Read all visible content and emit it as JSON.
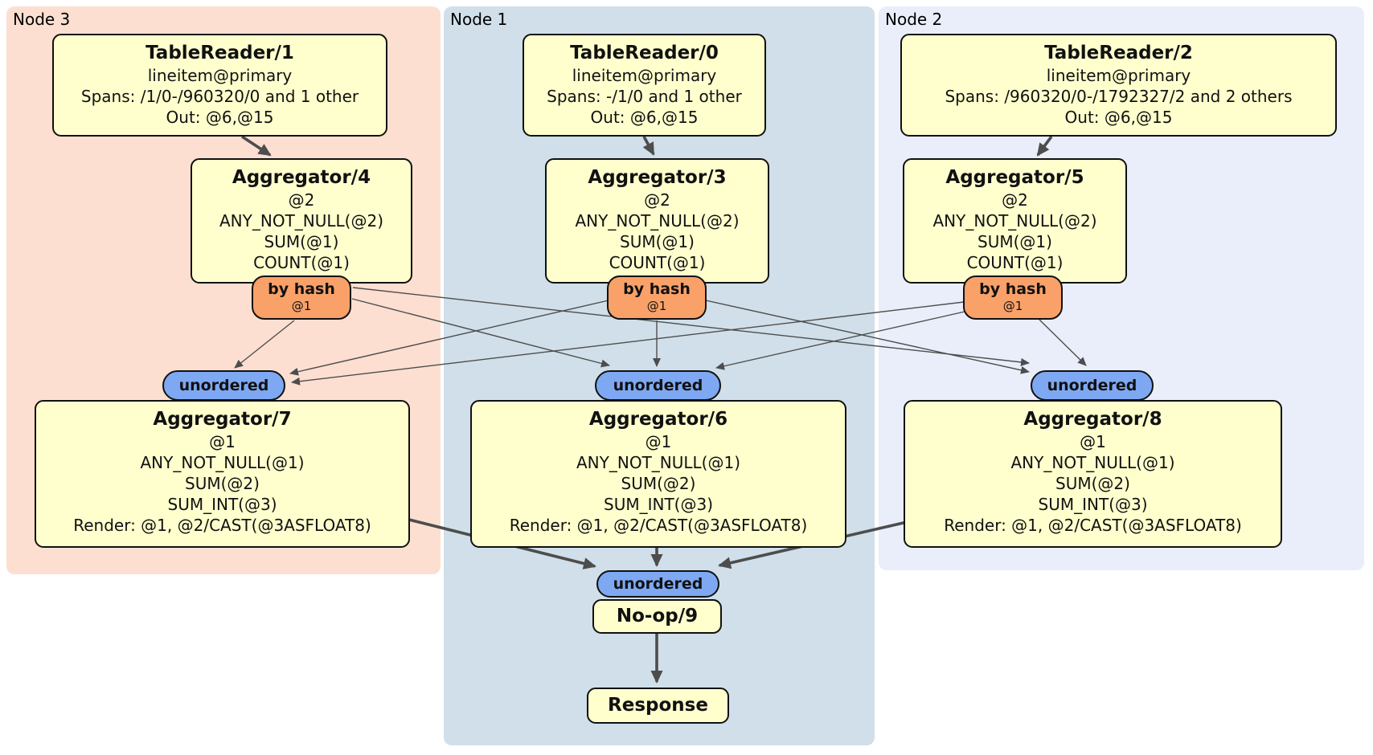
{
  "panels": [
    {
      "label": "Node 3"
    },
    {
      "label": "Node 1"
    },
    {
      "label": "Node 2"
    }
  ],
  "processors": {
    "tr1": {
      "title": "TableReader/1",
      "lines": [
        "lineitem@primary",
        "Spans: /1/0-/960320/0 and 1 other",
        "Out: @6,@15"
      ]
    },
    "tr0": {
      "title": "TableReader/0",
      "lines": [
        "lineitem@primary",
        "Spans: -/1/0 and 1 other",
        "Out: @6,@15"
      ]
    },
    "tr2": {
      "title": "TableReader/2",
      "lines": [
        "lineitem@primary",
        "Spans: /960320/0-/1792327/2 and 2 others",
        "Out: @6,@15"
      ]
    },
    "agg4": {
      "title": "Aggregator/4",
      "lines": [
        "@2",
        "ANY_NOT_NULL(@2)",
        "SUM(@1)",
        "COUNT(@1)"
      ]
    },
    "agg3": {
      "title": "Aggregator/3",
      "lines": [
        "@2",
        "ANY_NOT_NULL(@2)",
        "SUM(@1)",
        "COUNT(@1)"
      ]
    },
    "agg5": {
      "title": "Aggregator/5",
      "lines": [
        "@2",
        "ANY_NOT_NULL(@2)",
        "SUM(@1)",
        "COUNT(@1)"
      ]
    },
    "agg7": {
      "title": "Aggregator/7",
      "lines": [
        "@1",
        "ANY_NOT_NULL(@1)",
        "SUM(@2)",
        "SUM_INT(@3)",
        "Render: @1, @2/CAST(@3ASFLOAT8)"
      ]
    },
    "agg6": {
      "title": "Aggregator/6",
      "lines": [
        "@1",
        "ANY_NOT_NULL(@1)",
        "SUM(@2)",
        "SUM_INT(@3)",
        "Render: @1, @2/CAST(@3ASFLOAT8)"
      ]
    },
    "agg8": {
      "title": "Aggregator/8",
      "lines": [
        "@1",
        "ANY_NOT_NULL(@1)",
        "SUM(@2)",
        "SUM_INT(@3)",
        "Render: @1, @2/CAST(@3ASFLOAT8)"
      ]
    },
    "noop": {
      "title": "No-op/9"
    },
    "response": {
      "title": "Response"
    }
  },
  "router": {
    "label": "by hash",
    "key": "@1"
  },
  "stream": {
    "label": "unordered"
  },
  "colors": {
    "node3_bg": "#fcdfd1",
    "node1_bg": "#d0dfe9",
    "node2_bg": "#e9eefa",
    "box_bg": "#ffffce",
    "router_bg": "#f9a168",
    "stream_bg": "#7ea8f2",
    "edge": "#4d4d4d",
    "border": "#111111"
  }
}
